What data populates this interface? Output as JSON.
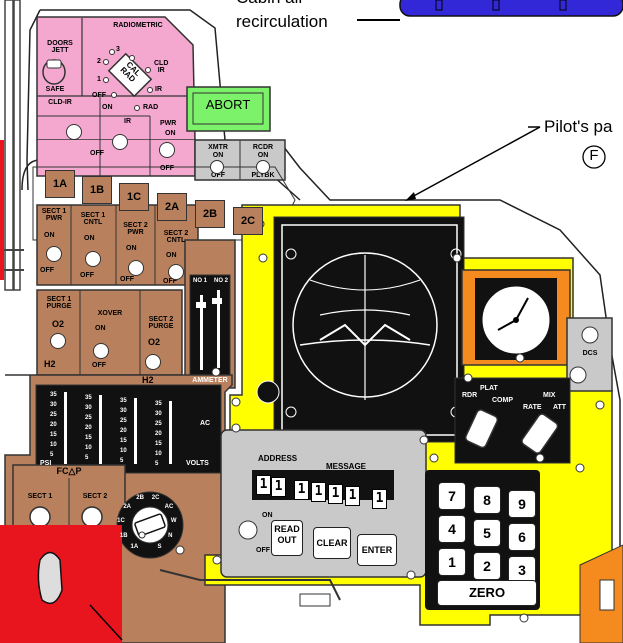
{
  "callouts": {
    "cabin_recirc_line1": "Cabin air",
    "cabin_recirc_line2": "recirculation",
    "pilots_panel": "Pilot's pa",
    "panel_letter": "F"
  },
  "radiometric": {
    "title": "RADIOMETRIC",
    "doors_jett": "DOORS\nJETT",
    "safe": "SAFE",
    "knob": "CAL\nRAD",
    "pos_3": "3",
    "pos_2": "2",
    "pos_1": "1",
    "pos_off": "OFF",
    "cld_ir": "CLD\nIR",
    "ir": "IR",
    "rad": "RAD"
  },
  "switch_row": {
    "cld_ir_label": "CLD-IR",
    "on": "ON",
    "ir": "IR",
    "off": "OFF",
    "pwr": "PWR",
    "xmtr": "XMTR",
    "rcdr": "RCDR",
    "plybk": "PLYBK"
  },
  "abort": "ABORT",
  "breakers": [
    "1A",
    "1B",
    "1C",
    "2A",
    "2B",
    "2C"
  ],
  "sections": {
    "sect1_pwr": "SECT 1\nPWR",
    "sect1_cntl": "SECT 1\nCNTL",
    "sect2_pwr": "SECT 2\nPWR",
    "sect2_cntl": "SECT 2\nCNTL",
    "on": "ON",
    "off": "OFF",
    "sect1_purge": "SECT 1\nPURGE",
    "xover": "XOVER",
    "sect2_purge": "SECT 2\nPURGE",
    "o2": "O2",
    "h2": "H2"
  },
  "ammeter": {
    "label": "AMMETER",
    "no1": "NO 1",
    "no2": "NO 2"
  },
  "gauges": {
    "psi": "PSI",
    "volts": "VOLTS",
    "ac": "AC",
    "scale": [
      "35",
      "30",
      "25",
      "20",
      "15",
      "10",
      "5"
    ]
  },
  "fc": {
    "title": "FC△P",
    "sect1": "SECT 1",
    "sect2": "SECT 2"
  },
  "rotary": [
    "1A",
    "1B",
    "1C",
    "2A",
    "2B",
    "2C",
    "AC",
    "W",
    "N",
    "S"
  ],
  "dcs": "DCS",
  "rate_panel": {
    "rdr": "RDR",
    "plat": "PLAT",
    "comp": "COMP",
    "mix": "MIX",
    "rate": "RATE",
    "att": "ATT"
  },
  "computer": {
    "address": "ADDRESS",
    "message": "MESSAGE",
    "digits": [
      "1",
      "1",
      "1",
      "1",
      "1",
      "1",
      "1"
    ],
    "on": "ON",
    "off": "OFF",
    "readout": "READ\nOUT",
    "clear": "CLEAR",
    "enter": "ENTER"
  },
  "keypad": {
    "keys": [
      "7",
      "8",
      "9",
      "4",
      "5",
      "6",
      "1",
      "2",
      "3"
    ],
    "zero": "ZERO"
  }
}
